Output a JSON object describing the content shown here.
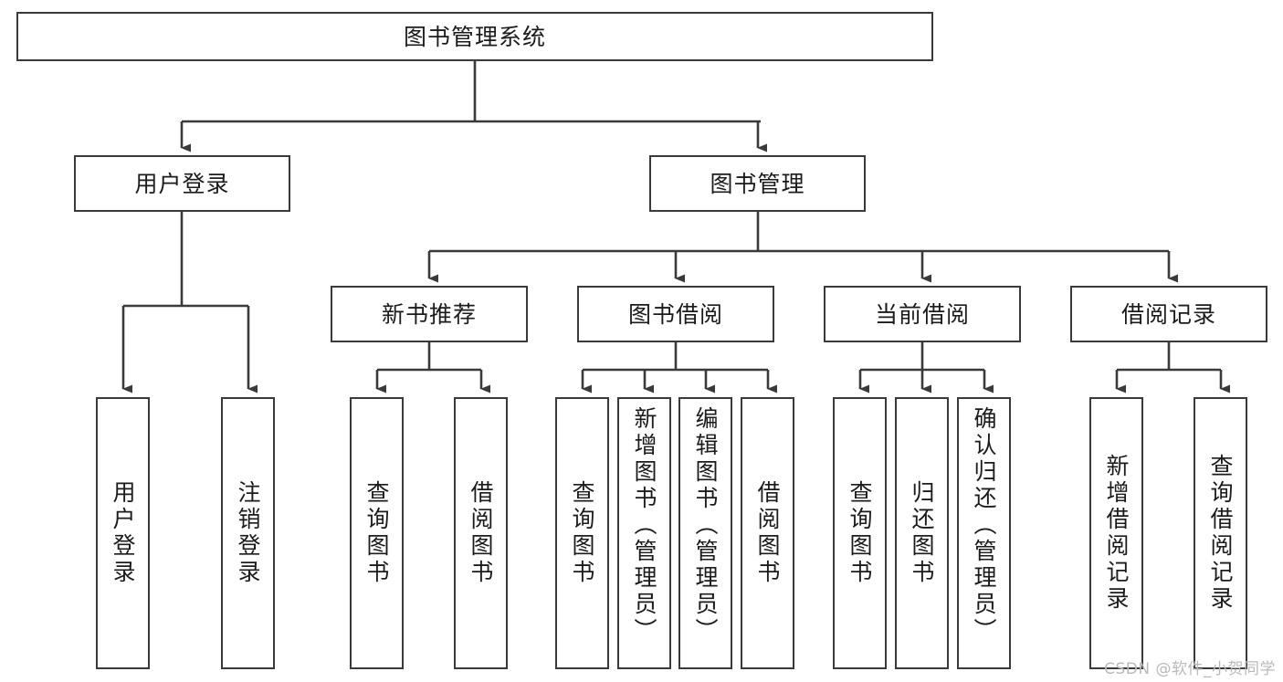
{
  "diagram": {
    "title": "图书管理系统",
    "type": "hierarchy-tree",
    "colors": {
      "box_border": "#3a3a3a",
      "box_fill": "#ffffff",
      "edge": "#3a3a3a",
      "text": "#1b1b1b",
      "watermark": "#b9b9b9",
      "background": "#ffffff"
    },
    "watermark": "CSDN @软件_小贺同学",
    "levels": [
      {
        "level": 1,
        "nodes": [
          {
            "id": "root",
            "label": "图书管理系统"
          }
        ]
      },
      {
        "level": 2,
        "nodes": [
          {
            "id": "login",
            "label": "用户登录",
            "parent": "root"
          },
          {
            "id": "bookmgmt",
            "label": "图书管理",
            "parent": "root"
          }
        ]
      },
      {
        "level": 3,
        "nodes": [
          {
            "id": "newbook",
            "label": "新书推荐",
            "parent": "bookmgmt"
          },
          {
            "id": "borrow",
            "label": "图书借阅",
            "parent": "bookmgmt"
          },
          {
            "id": "current",
            "label": "当前借阅",
            "parent": "bookmgmt"
          },
          {
            "id": "records",
            "label": "借阅记录",
            "parent": "bookmgmt"
          }
        ]
      },
      {
        "level": 4,
        "nodes": [
          {
            "id": "leaf-user-login",
            "label": "用户登录",
            "parent": "login"
          },
          {
            "id": "leaf-user-logout",
            "label": "注销登录",
            "parent": "login"
          },
          {
            "id": "leaf-nb-query",
            "label": "查询图书",
            "parent": "newbook"
          },
          {
            "id": "leaf-nb-borrow",
            "label": "借阅图书",
            "parent": "newbook"
          },
          {
            "id": "leaf-bw-query",
            "label": "查询图书",
            "parent": "borrow"
          },
          {
            "id": "leaf-bw-add",
            "label": "新增图书（管理员）",
            "parent": "borrow"
          },
          {
            "id": "leaf-bw-edit",
            "label": "编辑图书（管理员）",
            "parent": "borrow"
          },
          {
            "id": "leaf-bw-borrow",
            "label": "借阅图书",
            "parent": "borrow"
          },
          {
            "id": "leaf-cur-query",
            "label": "查询图书",
            "parent": "current"
          },
          {
            "id": "leaf-cur-return",
            "label": "归还图书",
            "parent": "current"
          },
          {
            "id": "leaf-cur-confirm",
            "label": "确认归还（管理员）",
            "parent": "current"
          },
          {
            "id": "leaf-rec-add",
            "label": "新增借阅记录",
            "parent": "records"
          },
          {
            "id": "leaf-rec-query",
            "label": "查询借阅记录",
            "parent": "records"
          }
        ]
      }
    ]
  }
}
